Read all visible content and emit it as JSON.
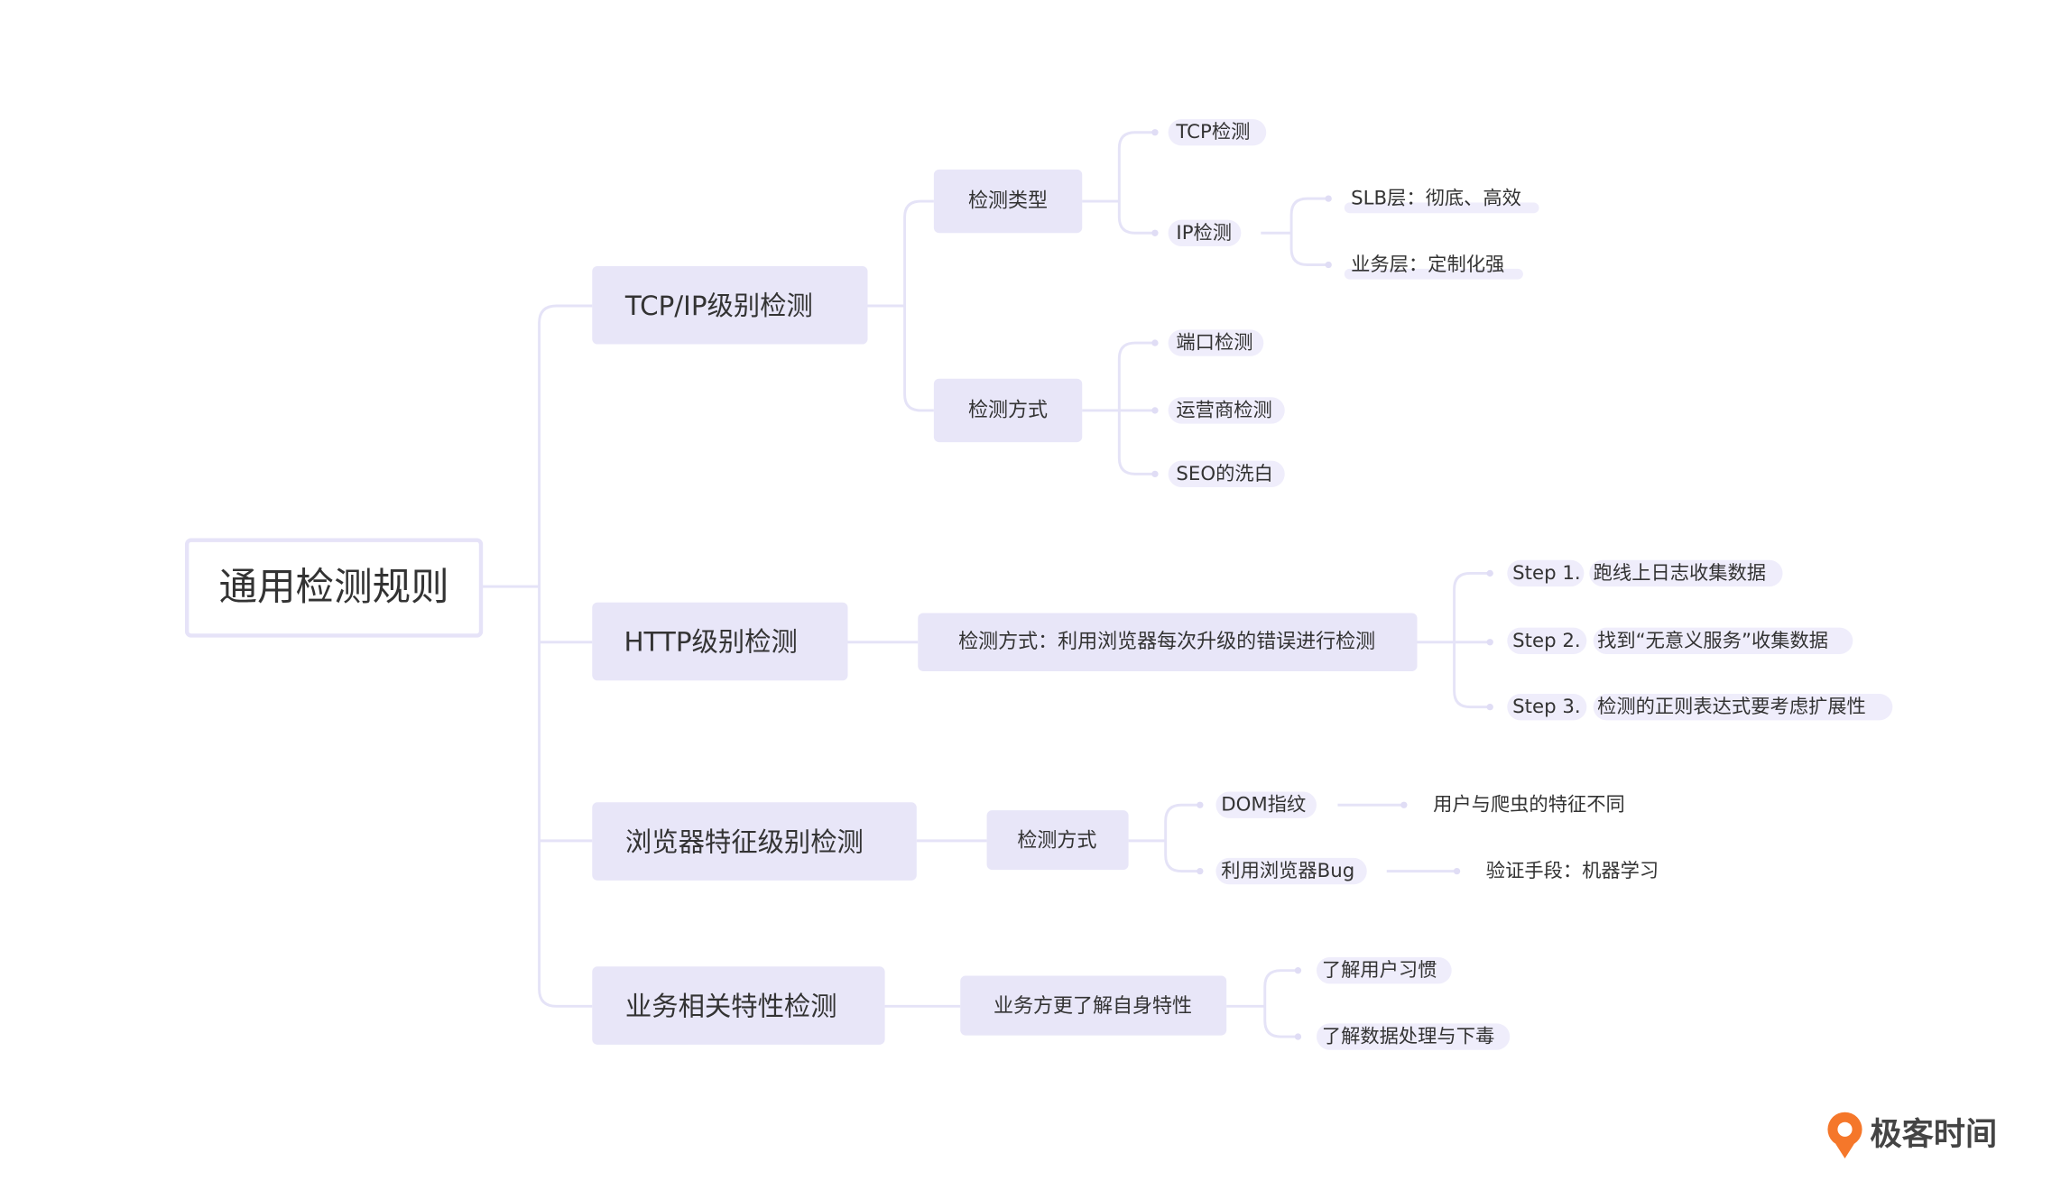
{
  "root": "通用检测规则",
  "branches": [
    {
      "label": "TCP/IP级别检测",
      "children": [
        {
          "label": "检测类型",
          "children": [
            "TCP检测",
            "IP检测"
          ],
          "ip_children": [
            "SLB层：彻底、高效",
            "业务层：定制化强"
          ]
        },
        {
          "label": "检测方式",
          "children": [
            "端口检测",
            "运营商检测",
            "SEO的洗白"
          ]
        }
      ]
    },
    {
      "label": "HTTP级别检测",
      "method": "检测方式：利用浏览器每次升级的错误进行检测",
      "steps": [
        {
          "step": "Step 1.",
          "text": "跑线上日志收集数据"
        },
        {
          "step": "Step 2.",
          "text": "找到“无意义服务”收集数据"
        },
        {
          "step": "Step 3.",
          "text": "检测的正则表达式要考虑扩展性"
        }
      ]
    },
    {
      "label": "浏览器特征级别检测",
      "method": "检测方式",
      "children": [
        {
          "label": "DOM指纹",
          "result": "用户与爬虫的特征不同"
        },
        {
          "label": "利用浏览器Bug",
          "result": "验证手段：机器学习"
        }
      ]
    },
    {
      "label": "业务相关特性检测",
      "method": "业务方更了解自身特性",
      "children": [
        "了解用户习惯",
        "了解数据处理与下毒"
      ]
    }
  ],
  "logo": "极客时间",
  "colors": {
    "node": "#e8e6f8",
    "line": "#e5e3f7",
    "logo_orange": "#f5772a"
  }
}
